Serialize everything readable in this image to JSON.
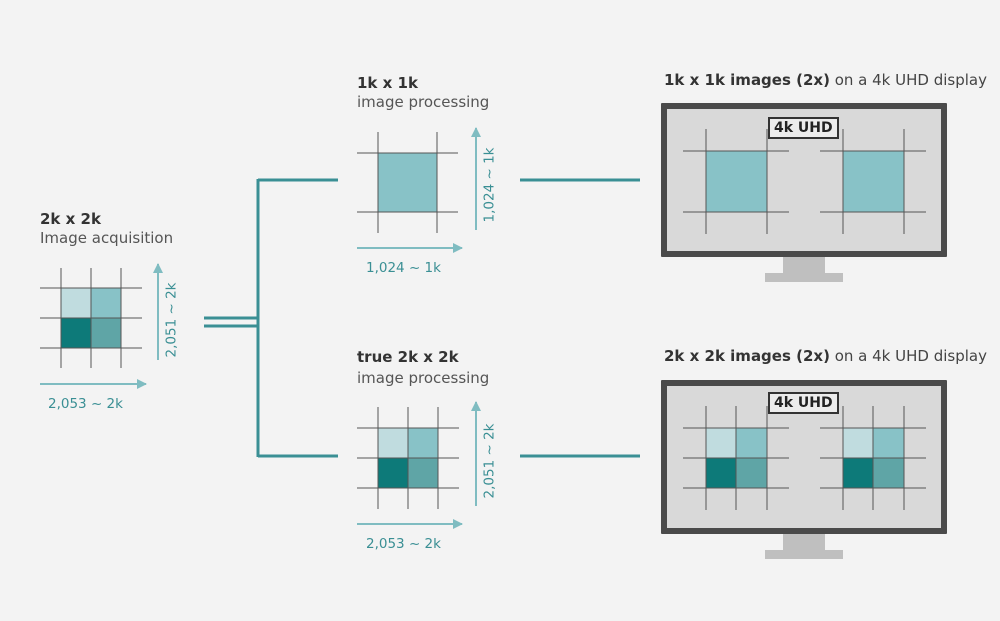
{
  "colors": {
    "background": "#f3f3f3",
    "teal_line": "#3a8f94",
    "arrow": "#7fbcc1",
    "light_cell": "#c0dcdf",
    "mid_cell": "#88c2c7",
    "dark_cell": "#0d7a79",
    "medium_cell": "#5fa5a6",
    "grid_line": "#555555",
    "monitor_bezel": "#4a4a4a",
    "monitor_screen": "#d9d9d9",
    "stand": "#bfbfbf"
  },
  "acquisition": {
    "title": "2k x 2k",
    "subtitle": "Image acquisition",
    "x_label": "2,053 ~ 2k",
    "y_label": "2,051 ~ 2k"
  },
  "processing_1k": {
    "title": "1k x 1k",
    "subtitle": "image processing",
    "x_label": "1,024 ~ 1k",
    "y_label": "1,024 ~ 1k"
  },
  "processing_2k": {
    "title": "true 2k x 2k",
    "subtitle": "image processing",
    "x_label": "2,053 ~ 2k",
    "y_label": "2,051 ~ 2k"
  },
  "display_1k": {
    "title_bold": "1k x 1k images (2x)",
    "title_rest": " on a 4k UHD display",
    "badge": "4k UHD"
  },
  "display_2k": {
    "title_bold": "2k x 2k images (2x)",
    "title_rest": " on a 4k UHD display",
    "badge": "4k UHD"
  }
}
